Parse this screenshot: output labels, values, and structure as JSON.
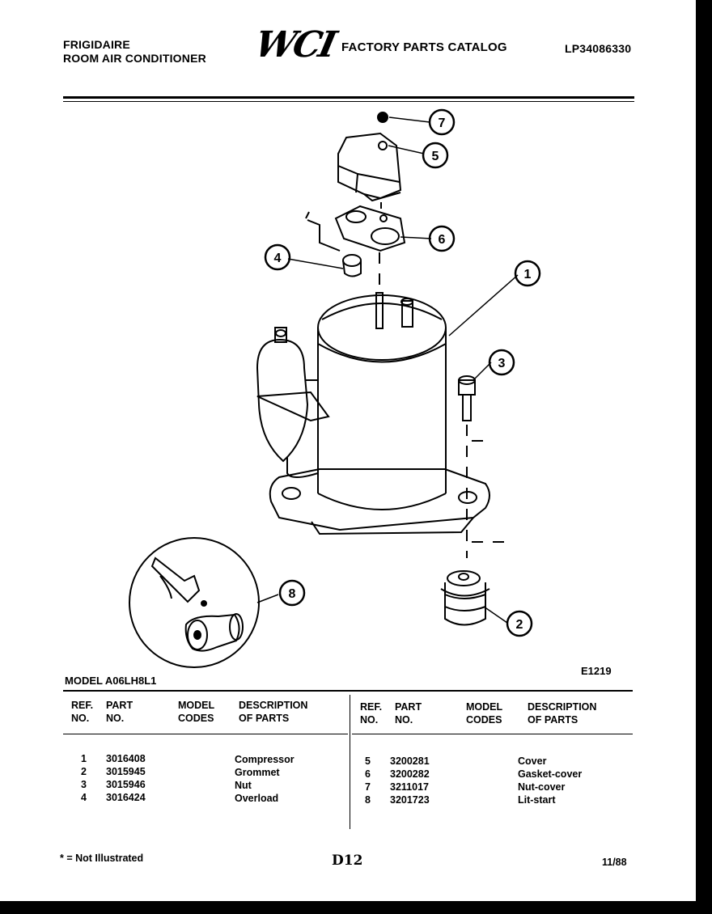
{
  "header": {
    "brand_line1": "FRIGIDAIRE",
    "brand_line2": "ROOM AIR CONDITIONER",
    "logo": "WCI",
    "catalog_title": "FACTORY PARTS CATALOG",
    "catalog_number": "LP34086330"
  },
  "diagram": {
    "callouts": [
      "7",
      "5",
      "6",
      "4",
      "1",
      "3",
      "8",
      "2"
    ],
    "figure_code": "E1219"
  },
  "model": "MODEL A06LH8L1",
  "table": {
    "headers": {
      "ref_line1": "REF.",
      "ref_line2": "NO.",
      "part_line1": "PART",
      "part_line2": "NO.",
      "model_line1": "MODEL",
      "model_line2": "CODES",
      "desc_line1": "DESCRIPTION",
      "desc_line2": "OF PARTS"
    },
    "left_rows": [
      {
        "ref": "1",
        "part": "3016408",
        "desc": "Compressor"
      },
      {
        "ref": "2",
        "part": "3015945",
        "desc": "Grommet"
      },
      {
        "ref": "3",
        "part": "3015946",
        "desc": "Nut"
      },
      {
        "ref": "4",
        "part": "3016424",
        "desc": "Overload"
      }
    ],
    "right_rows": [
      {
        "ref": "5",
        "part": "3200281",
        "desc": "Cover"
      },
      {
        "ref": "6",
        "part": "3200282",
        "desc": "Gasket-cover"
      },
      {
        "ref": "7",
        "part": "3211017",
        "desc": "Nut-cover"
      },
      {
        "ref": "8",
        "part": "3201723",
        "desc": "Lit-start"
      }
    ]
  },
  "footer": {
    "footnote": "* = Not Illustrated",
    "page": "D12",
    "date": "11/88"
  }
}
